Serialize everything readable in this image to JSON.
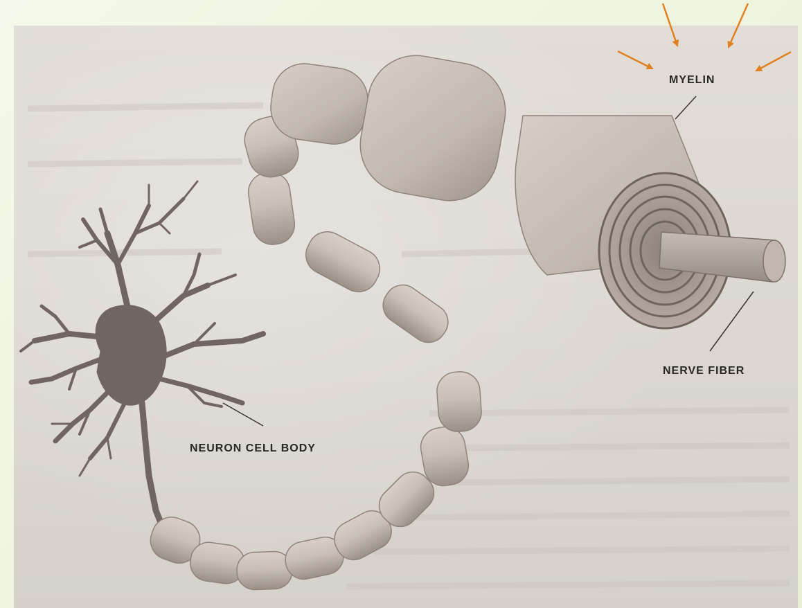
{
  "labels": {
    "myelin": "MYELIN",
    "nerve_fiber": "NERVE FIBER",
    "neuron_cell_body": "NEURON CELL BODY"
  },
  "colors": {
    "page_background": "#f1f5e5",
    "paper": "#dcd7d1",
    "segment": "#c9beb6",
    "segment_shadow": "#8f847c",
    "cell_body": "#716563",
    "arrow": "#e0801e",
    "ink": "#2a2624"
  },
  "icons": {
    "pointer_arrows": "orange-arrow-icon"
  }
}
